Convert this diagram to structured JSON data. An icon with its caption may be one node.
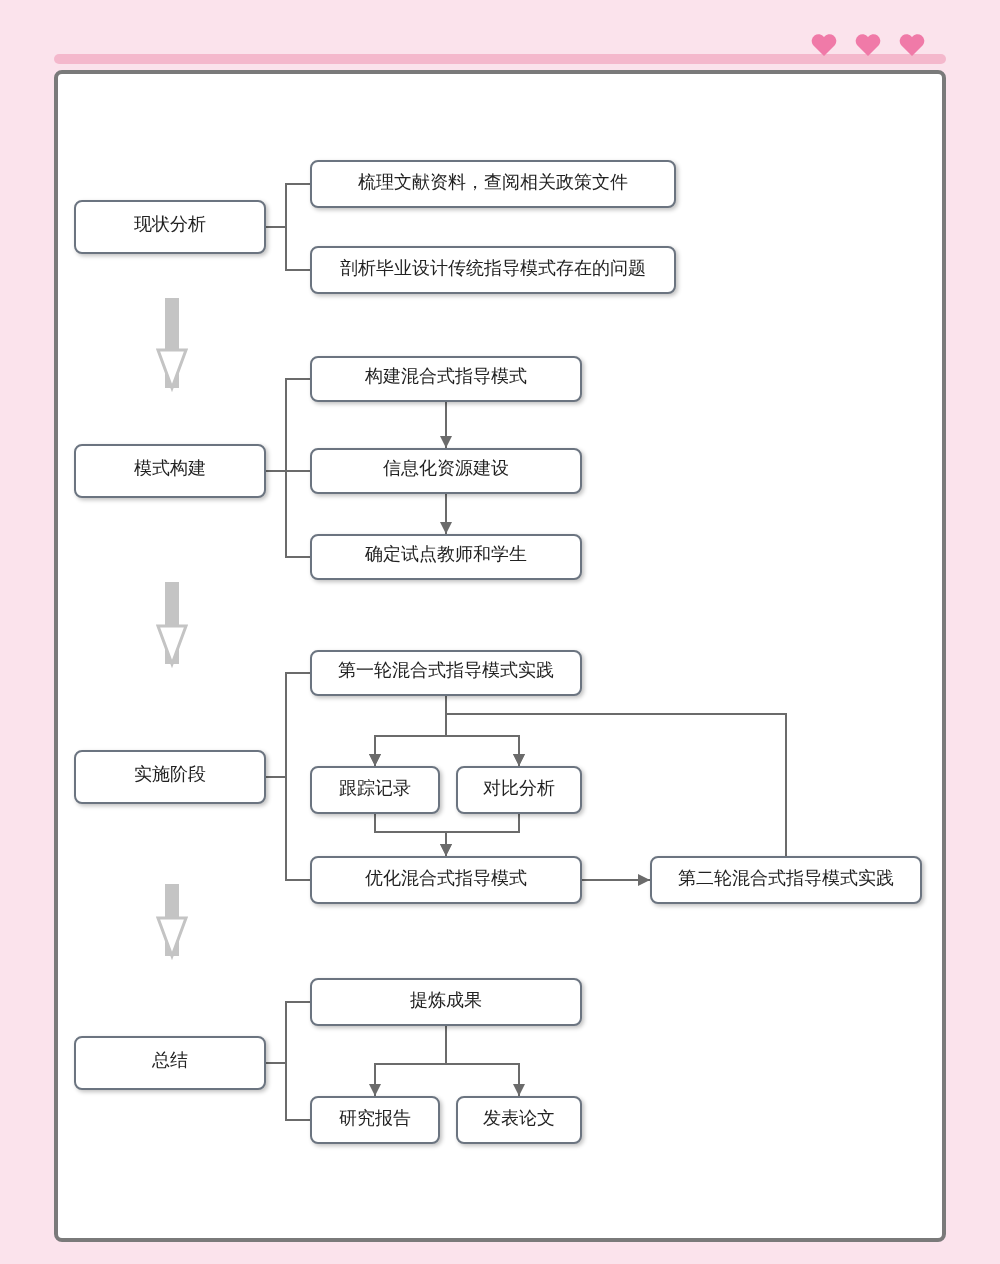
{
  "diagram": {
    "nodes": [
      {
        "text": [
          "现状分析"
        ]
      },
      {
        "text": [
          "梳理文献资料，查阅相关政策文件"
        ]
      },
      {
        "text": [
          "剖析毕业设计传统指导模式存在的问题"
        ]
      },
      {
        "text": [
          "模式构建"
        ]
      },
      {
        "text": [
          "构建混合式指导模式"
        ]
      },
      {
        "text": [
          "信息化资源建设"
        ]
      },
      {
        "text": [
          "确定试点教师和学生"
        ]
      },
      {
        "text": [
          "实施阶段"
        ]
      },
      {
        "text": [
          "第一轮混合式指导模式实践"
        ]
      },
      {
        "text": [
          "跟踪记录"
        ]
      },
      {
        "text": [
          "对比分析"
        ]
      },
      {
        "text": [
          "优化混合式指导模式"
        ]
      },
      {
        "text": [
          "第二轮混合式指导模式实践"
        ]
      },
      {
        "text": [
          "总结"
        ]
      },
      {
        "text": [
          "提炼成果"
        ]
      },
      {
        "text": [
          "研究报告"
        ]
      },
      {
        "text": [
          "发表论文"
        ]
      }
    ],
    "edges": [
      {
        "from": 0,
        "to": 1,
        "arrow": "none"
      },
      {
        "from": 0,
        "to": 2,
        "arrow": "none"
      },
      {
        "from": 0,
        "to": 3,
        "arrow": "to",
        "style": "thick",
        "color": "#c4c4c4"
      },
      {
        "from": 3,
        "to": 4,
        "arrow": "none"
      },
      {
        "from": 3,
        "to": 5,
        "arrow": "none"
      },
      {
        "from": 3,
        "to": 6,
        "arrow": "none"
      },
      {
        "from": 4,
        "to": 5,
        "arrow": "to"
      },
      {
        "from": 5,
        "to": 6,
        "arrow": "to"
      },
      {
        "from": 3,
        "to": 7,
        "arrow": "to",
        "style": "thick",
        "color": "#c4c4c4"
      },
      {
        "from": 7,
        "to": 8,
        "arrow": "none"
      },
      {
        "from": 7,
        "to": 11,
        "arrow": "none"
      },
      {
        "from": 8,
        "to": 9,
        "arrow": "to"
      },
      {
        "from": 8,
        "to": 10,
        "arrow": "to"
      },
      {
        "from": 9,
        "to": 11,
        "arrow": "to"
      },
      {
        "from": 10,
        "to": 11,
        "arrow": "to"
      },
      {
        "from": 11,
        "to": 12,
        "arrow": "to"
      },
      {
        "from": 12,
        "to": 9,
        "arrow": "to"
      },
      {
        "from": 12,
        "to": 10,
        "arrow": "to"
      },
      {
        "from": 7,
        "to": 13,
        "arrow": "to",
        "style": "thick",
        "color": "#c4c4c4"
      },
      {
        "from": 13,
        "to": 14,
        "arrow": "none"
      },
      {
        "from": 13,
        "to": 15,
        "arrow": "none"
      },
      {
        "from": 14,
        "to": 15,
        "arrow": "to"
      },
      {
        "from": 14,
        "to": 16,
        "arrow": "to"
      }
    ]
  }
}
